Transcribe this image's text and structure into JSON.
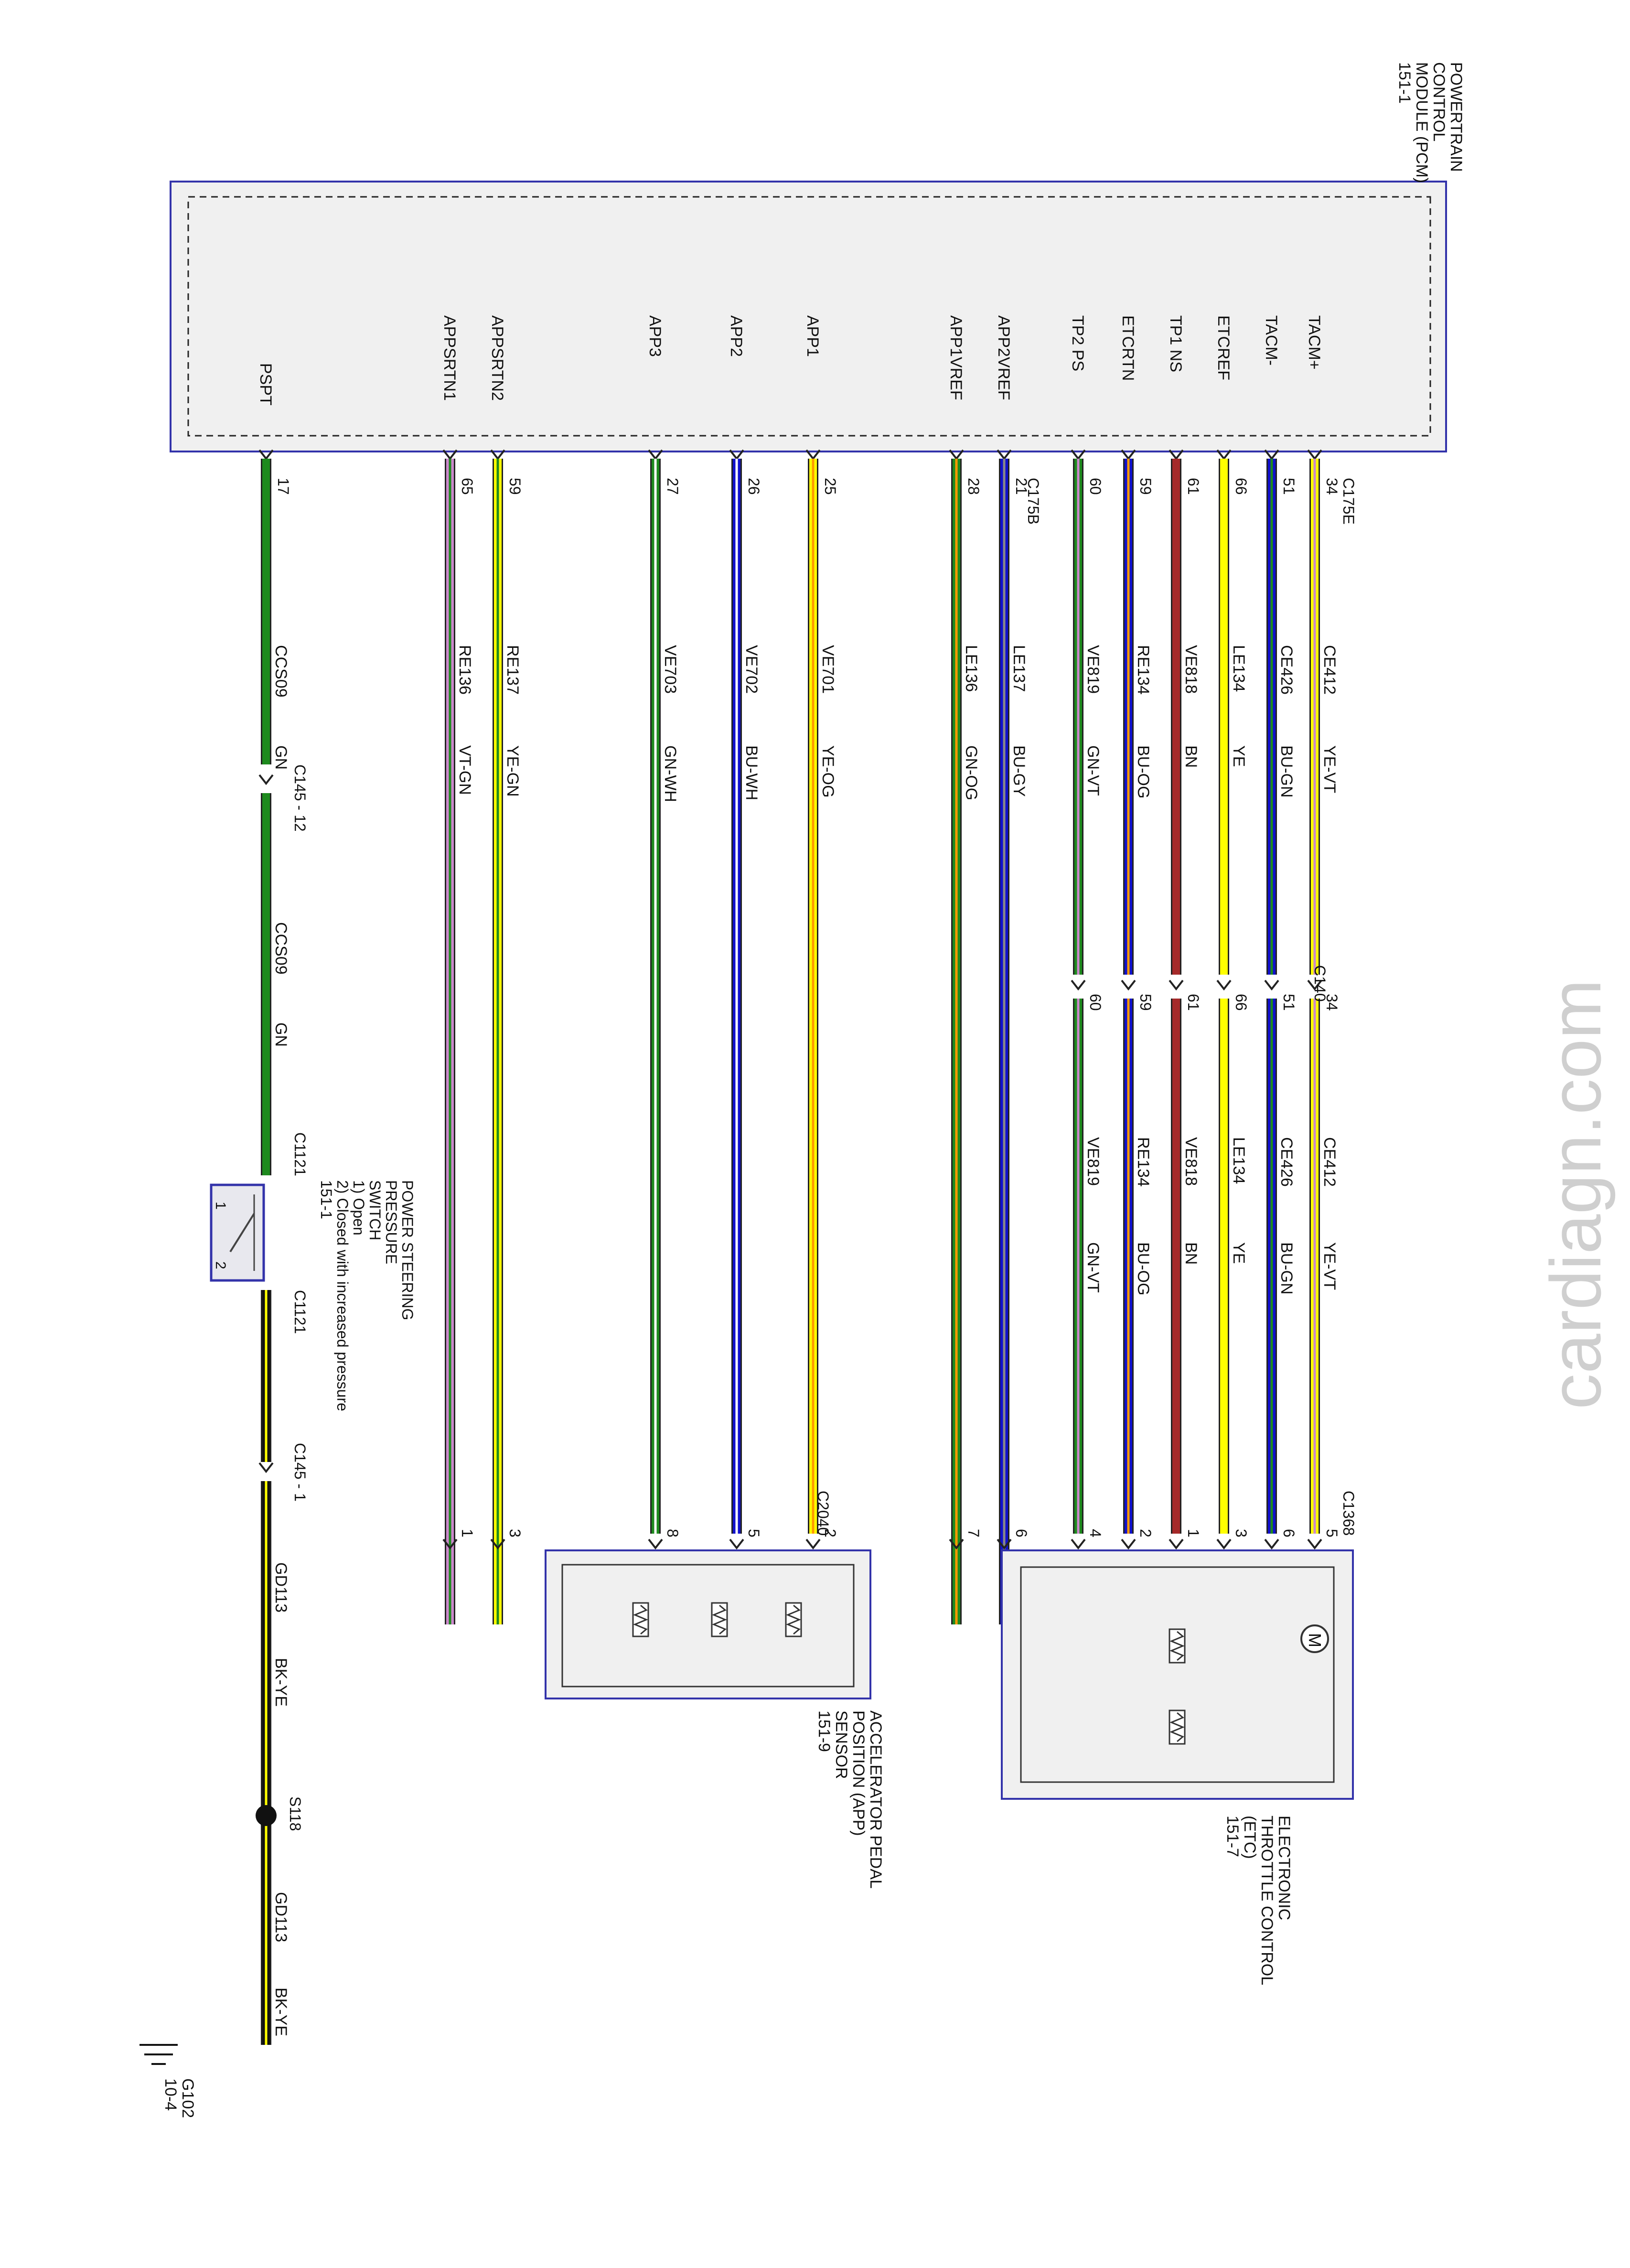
{
  "watermark": "cardiagn.com",
  "pcm": {
    "title": [
      "POWERTRAIN",
      "CONTROL",
      "MODULE (PCM)",
      "151-1"
    ],
    "connector_a": "C175E",
    "connector_b": "C175B"
  },
  "colors": {
    "YE": "#ffff00",
    "YE_dark": "#e0d800",
    "BU": "#1111cc",
    "GN": "#1e8a1e",
    "BN": "#a52a2a",
    "VT": "#cc88cc",
    "BK": "#111111",
    "module_fill": "#f0f0f0",
    "module_border": "#3333aa",
    "wm": "#cfcfcf"
  },
  "wires_etc": [
    {
      "signal": "TACM+",
      "pin": "34",
      "circuit": "CE412",
      "color": "YE-VT",
      "c140": "34",
      "etc_pin": "5"
    },
    {
      "signal": "TACM-",
      "pin": "51",
      "circuit": "CE426",
      "color": "BU-GN",
      "c140": "51",
      "etc_pin": "6"
    },
    {
      "signal": "ETCREF",
      "pin": "66",
      "circuit": "LE134",
      "color": "YE",
      "c140": "66",
      "etc_pin": "3"
    },
    {
      "signal": "TP1 NS",
      "pin": "61",
      "circuit": "VE818",
      "color": "BN",
      "c140": "61",
      "etc_pin": "1"
    },
    {
      "signal": "ETCRTN",
      "pin": "59",
      "circuit": "RE134",
      "color": "BU-OG",
      "c140": "59",
      "etc_pin": "2"
    },
    {
      "signal": "TP2 PS",
      "pin": "60",
      "circuit": "VE819",
      "color": "GN-VT",
      "c140": "60",
      "etc_pin": "4"
    }
  ],
  "wires_app": [
    {
      "signal": "APP2VREF",
      "pin": "21",
      "circuit": "LE137",
      "color": "BU-GY",
      "app_pin": "6"
    },
    {
      "signal": "APP1VREF",
      "pin": "28",
      "circuit": "LE136",
      "color": "GN-OG",
      "app_pin": "7"
    },
    {
      "signal": "APP1",
      "pin": "25",
      "circuit": "VE701",
      "color": "YE-OG",
      "app_pin": "2"
    },
    {
      "signal": "APP2",
      "pin": "26",
      "circuit": "VE702",
      "color": "BU-WH",
      "app_pin": "5"
    },
    {
      "signal": "APP3",
      "pin": "27",
      "circuit": "VE703",
      "color": "GN-WH",
      "app_pin": "8"
    },
    {
      "signal": "APPSRTN2",
      "pin": "59",
      "circuit": "RE137",
      "color": "YE-GN",
      "app_pin": "3"
    },
    {
      "signal": "APPSRTN1",
      "pin": "65",
      "circuit": "RE136",
      "color": "VT-GN",
      "app_pin": "1"
    }
  ],
  "pspt": {
    "signal": "PSPT",
    "pin": "17",
    "circuit": "CCS09",
    "color": "GN"
  },
  "labels": {
    "c140": "C140",
    "c1368": "C1368",
    "c2040": "C2040",
    "c145_12": "C145 - 12",
    "c145_1": "C145 - 1",
    "c1121": "C1121",
    "s118": "S118",
    "ground_circuit": "GD113",
    "ground_color": "BK-YE",
    "ground": [
      "G102",
      "10-4"
    ],
    "switch_pin1": "1",
    "switch_pin2": "2"
  },
  "etc_module": [
    "ELECTRONIC",
    "THROTTLE CONTROL",
    "(ETC)",
    "151-7"
  ],
  "app_module": [
    "ACCELERATOR PEDAL",
    "POSITION (APP)",
    "SENSOR",
    "151-9"
  ],
  "ps_switch": [
    "POWER STEERING",
    "PRESSURE",
    "SWITCH",
    "1) Open",
    "2) Closed with increased pressure",
    "151-1"
  ],
  "motor_symbol": "M"
}
